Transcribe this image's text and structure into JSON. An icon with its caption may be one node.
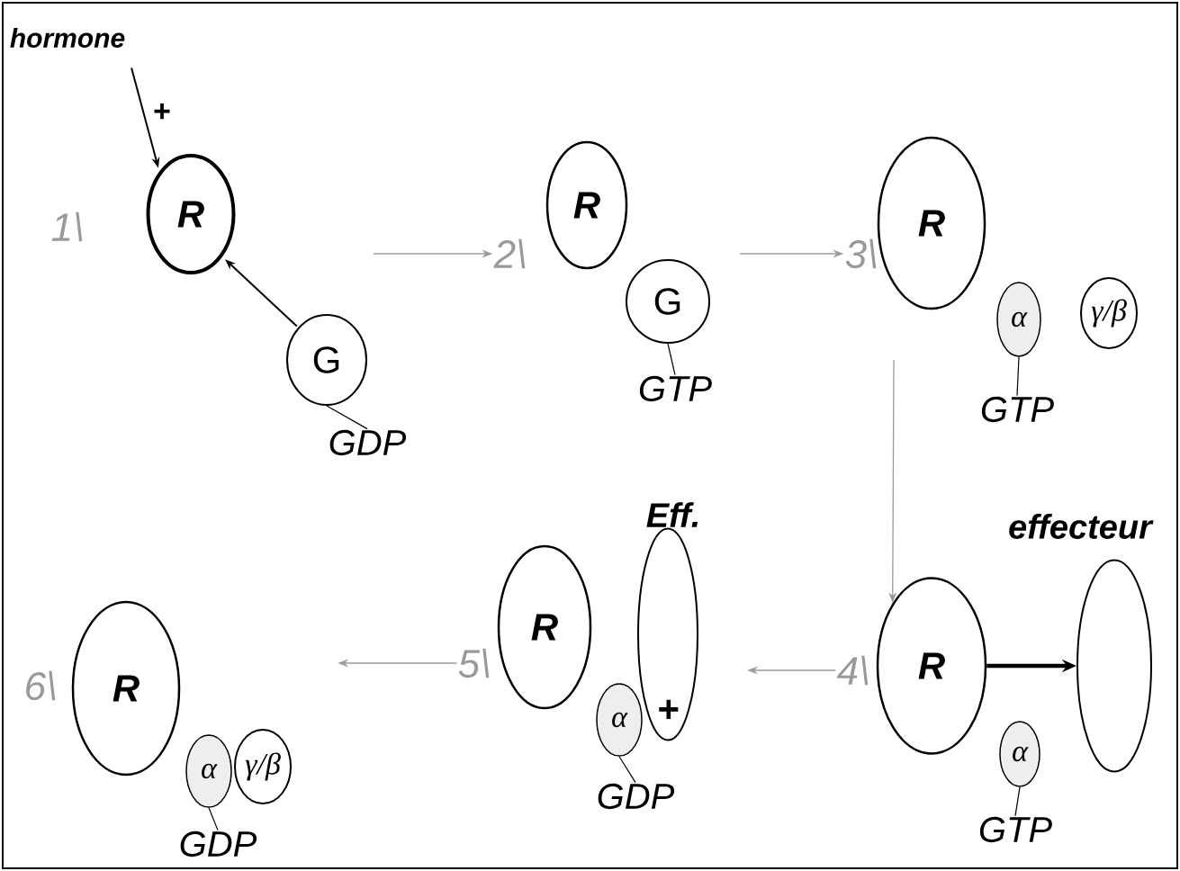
{
  "diagram": {
    "nodes": [
      {
        "text": [
          "hormone"
        ]
      },
      {
        "text": [
          "R"
        ]
      },
      {
        "text": [
          "G"
        ]
      },
      {
        "text": [
          "GDP"
        ]
      },
      {
        "text": [
          "R"
        ]
      },
      {
        "text": [
          "G"
        ]
      },
      {
        "text": [
          "GTP"
        ]
      },
      {
        "text": [
          "R"
        ]
      },
      {
        "text": [
          "α"
        ]
      },
      {
        "text": [
          "γ/β"
        ]
      },
      {
        "text": [
          "GTP"
        ]
      },
      {
        "text": [
          "R"
        ]
      },
      {
        "text": [
          "α"
        ]
      },
      {
        "text": [
          "GTP"
        ]
      },
      {
        "text": [
          "effecteur"
        ]
      },
      {
        "text": [
          "R"
        ]
      },
      {
        "text": [
          "α"
        ]
      },
      {
        "text": [
          "Eff.",
          "+"
        ]
      },
      {
        "text": [
          "GDP"
        ]
      },
      {
        "text": [
          "R"
        ]
      },
      {
        "text": [
          "α"
        ]
      },
      {
        "text": [
          "γ/β"
        ]
      },
      {
        "text": [
          "GDP"
        ]
      },
      {
        "text": [
          "1\\"
        ]
      },
      {
        "text": [
          "2\\"
        ]
      },
      {
        "text": [
          "3\\"
        ]
      },
      {
        "text": [
          "6\\"
        ]
      },
      {
        "text": [
          "5\\"
        ]
      },
      {
        "text": [
          "4\\"
        ]
      }
    ],
    "edges": [
      {
        "from": 0,
        "to": 1,
        "arrow": "to"
      },
      {
        "from": 2,
        "to": 1,
        "arrow": "to"
      },
      {
        "from": 3,
        "to": 2,
        "arrow": "none"
      },
      {
        "from": null,
        "to": 24,
        "arrow": "to",
        "color": "#9a9a9a"
      },
      {
        "from": null,
        "to": 25,
        "arrow": "to",
        "color": "#9a9a9a"
      },
      {
        "from": 6,
        "to": 5,
        "arrow": "none"
      },
      {
        "from": 10,
        "to": 8,
        "arrow": "none"
      },
      {
        "from": null,
        "to": 11,
        "arrow": "to",
        "color": "#9a9a9a"
      },
      {
        "from": 13,
        "to": 12,
        "arrow": "none"
      },
      {
        "from": 11,
        "to": 14,
        "arrow": "to",
        "style": "thick"
      },
      {
        "from": 28,
        "to": null,
        "arrow": "to",
        "color": "#9a9a9a"
      },
      {
        "from": 18,
        "to": 16,
        "arrow": "none"
      },
      {
        "from": 27,
        "to": null,
        "arrow": "to",
        "color": "#9a9a9a"
      },
      {
        "from": 22,
        "to": 20,
        "arrow": "none"
      }
    ],
    "labels": [
      "+"
    ]
  }
}
